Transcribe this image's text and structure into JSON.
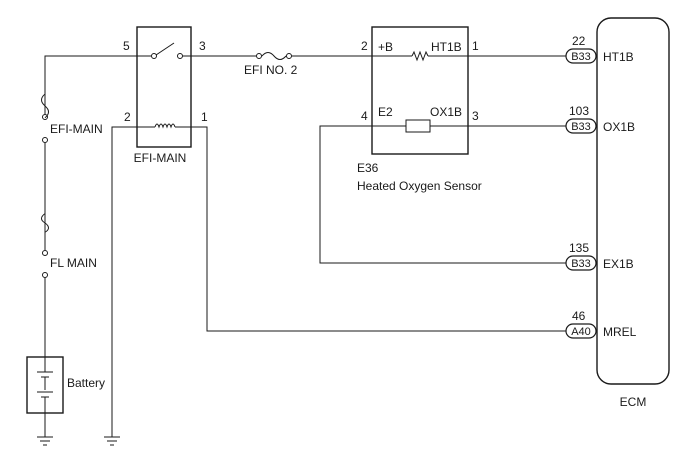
{
  "components": {
    "efi_main_fuse": "EFI-MAIN",
    "fl_main_fuse": "FL MAIN",
    "battery": "Battery",
    "efi_main_relay": "EFI-MAIN",
    "efi_no2_fuse": "EFI NO. 2",
    "sensor_code": "E36",
    "sensor_name": "Heated Oxygen Sensor",
    "ecm": "ECM"
  },
  "relay_pins": {
    "p5": "5",
    "p3": "3",
    "p2": "2",
    "p1": "1"
  },
  "sensor_pins": {
    "p2": "2",
    "p2_label": "+B",
    "p1": "1",
    "p1_label": "HT1B",
    "p4": "4",
    "p4_label": "E2",
    "p3": "3",
    "p3_label": "OX1B"
  },
  "ecm_terminals": [
    {
      "pin": "22",
      "connector": "B33",
      "signal": "HT1B"
    },
    {
      "pin": "103",
      "connector": "B33",
      "signal": "OX1B"
    },
    {
      "pin": "135",
      "connector": "B33",
      "signal": "EX1B"
    },
    {
      "pin": "46",
      "connector": "A40",
      "signal": "MREL"
    }
  ]
}
